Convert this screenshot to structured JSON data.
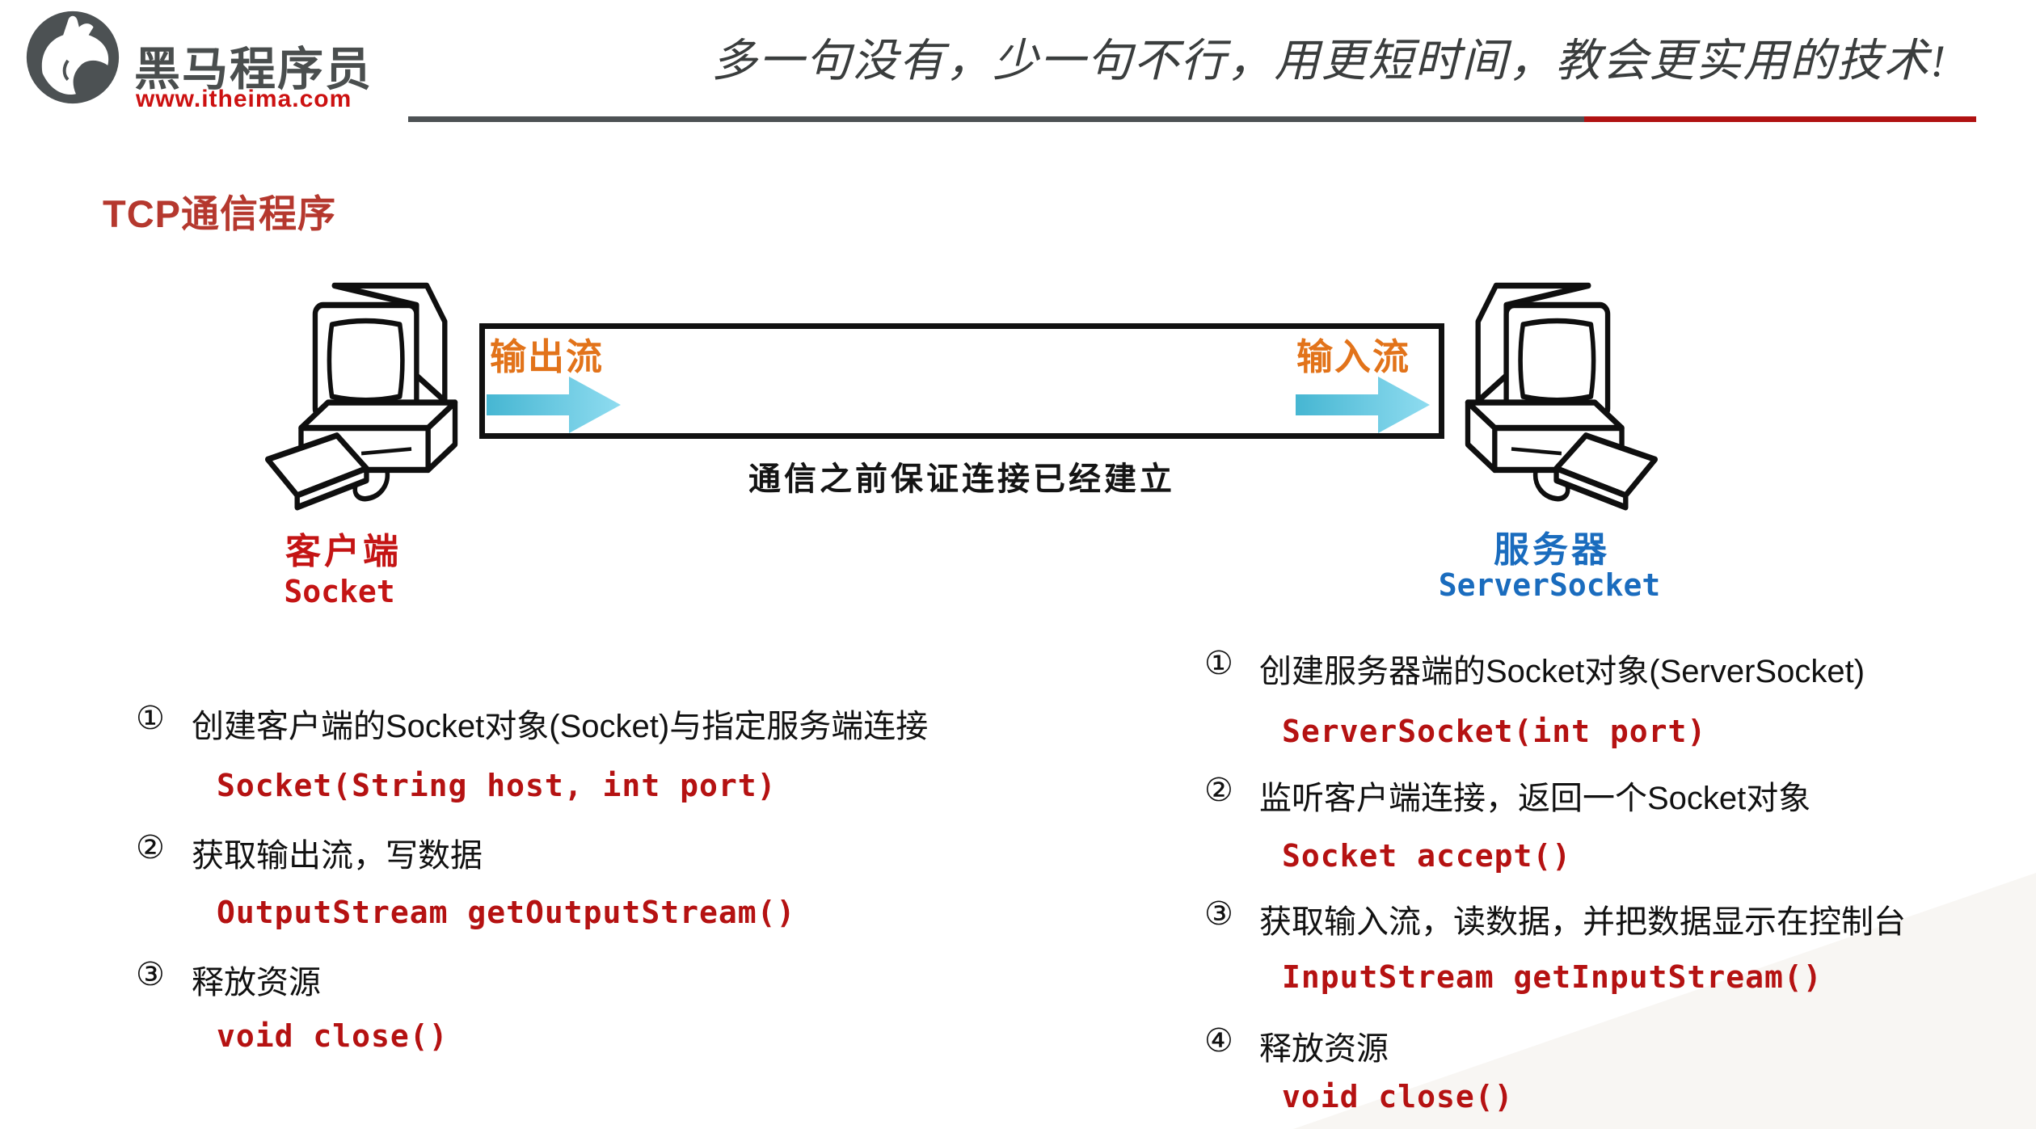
{
  "header": {
    "logo": {
      "brand": "黑马程序员",
      "site": "www.itheima.com"
    },
    "slogan": "多一句没有，少一句不行，用更短时间，教会更实用的技术!"
  },
  "title": "TCP通信程序",
  "diagram": {
    "output_label": "输出流",
    "input_label": "输入流",
    "caption": "通信之前保证连接已经建立",
    "client": {
      "role": "客户端",
      "cls": "Socket"
    },
    "server": {
      "role": "服务器",
      "cls": "ServerSocket"
    }
  },
  "client_steps": [
    {
      "num": "①",
      "text": "创建客户端的Socket对象(Socket)与指定服务端连接",
      "code": "Socket(String host, int port)"
    },
    {
      "num": "②",
      "text": "获取输出流，写数据",
      "code": "OutputStream getOutputStream()"
    },
    {
      "num": "③",
      "text": "释放资源",
      "code": "void close()"
    }
  ],
  "server_steps": [
    {
      "num": "①",
      "text": "创建服务器端的Socket对象(ServerSocket)",
      "code": "ServerSocket(int port)"
    },
    {
      "num": "②",
      "text": "监听客户端连接，返回一个Socket对象",
      "code": "Socket accept()"
    },
    {
      "num": "③",
      "text": "获取输入流，读数据，并把数据显示在控制台",
      "code": "InputStream getInputStream()"
    },
    {
      "num": "④",
      "text": "释放资源",
      "code": "void close()"
    }
  ],
  "colors": {
    "brand_gray": "#4a4e4e",
    "brand_red": "#cc1111",
    "header_line_gray": "#4d5254",
    "header_line_red": "#b01212",
    "title_red": "#b5382e",
    "stream_orange": "#e2731a",
    "arrow_cyan_dark": "#46b6d2",
    "arrow_cyan_light": "#8fdcf0",
    "client_red": "#c41414",
    "server_blue": "#1a6cbe",
    "code_red": "#b51212"
  }
}
